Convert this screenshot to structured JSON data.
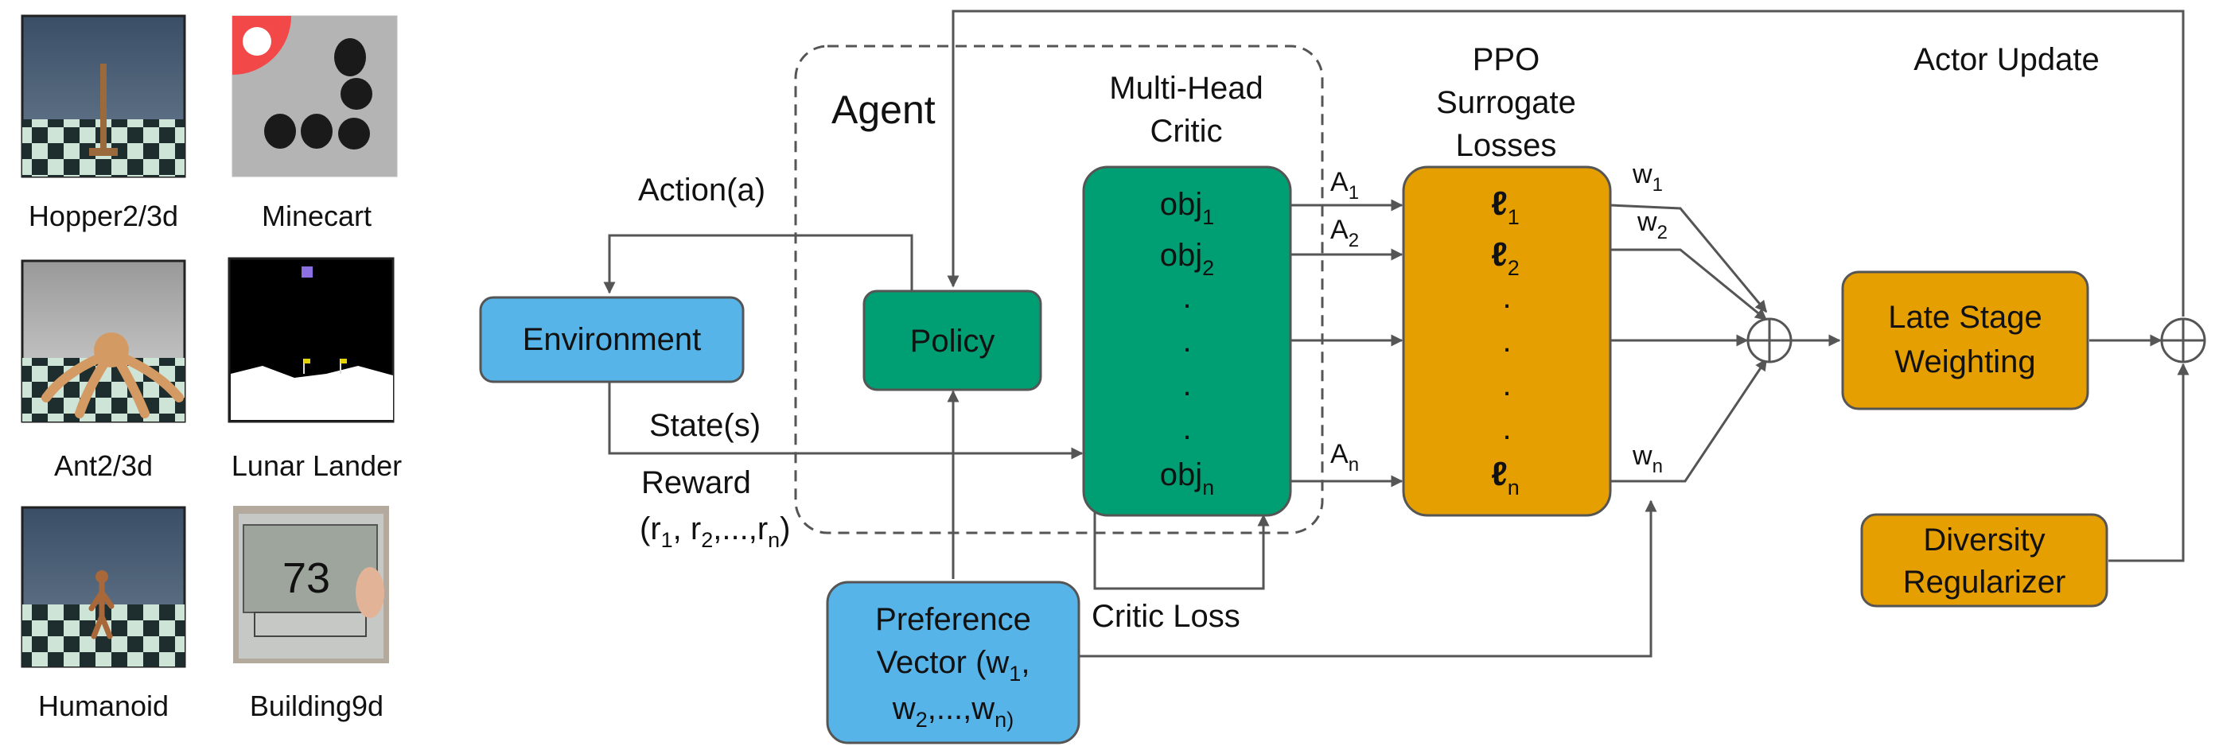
{
  "thumbnails": {
    "hopper": {
      "caption": "Hopper2/3d"
    },
    "minecart": {
      "caption": "Minecart"
    },
    "ant": {
      "caption": "Ant2/3d"
    },
    "lunar": {
      "caption": "Lunar Lander"
    },
    "humanoid": {
      "caption": "Humanoid"
    },
    "building": {
      "caption": "Building9d",
      "display": "73"
    }
  },
  "agent": {
    "label": "Agent"
  },
  "environment": {
    "label": "Environment",
    "color": "#56b4e9"
  },
  "policy": {
    "label": "Policy",
    "color": "#009e73"
  },
  "critic": {
    "title_line1": "Multi-Head",
    "title_line2": "Critic",
    "color": "#009e73",
    "obj_1": "obj",
    "obj_1_sub": "1",
    "obj_2": "obj",
    "obj_2_sub": "2",
    "obj_n": "obj",
    "obj_n_sub": "n",
    "dot": "."
  },
  "ppo": {
    "title_line1": "PPO",
    "title_line2": "Surrogate",
    "title_line3": "Losses",
    "color": "#e69f00",
    "l_symbol": "ℓ",
    "l_1_sub": "1",
    "l_2_sub": "2",
    "l_n_sub": "n",
    "dot": "."
  },
  "advantages": {
    "a1": "A",
    "a1_sub": "1",
    "a2": "A",
    "a2_sub": "2",
    "an": "A",
    "an_sub": "n"
  },
  "weights": {
    "w1": "w",
    "w1_sub": "1",
    "w2": "w",
    "w2_sub": "2",
    "wn": "w",
    "wn_sub": "n"
  },
  "late_stage": {
    "line1": "Late Stage",
    "line2": "Weighting",
    "color": "#e69f00"
  },
  "diversity": {
    "line1": "Diversity",
    "line2": "Regularizer",
    "color": "#e69f00"
  },
  "actor_update": {
    "label": "Actor Update"
  },
  "action": {
    "label": "Action(a)"
  },
  "state": {
    "label": "State(s)"
  },
  "reward": {
    "line1": "Reward",
    "open": "(r",
    "s1": "1",
    "c1": ", r",
    "s2": "2",
    "c2": ",...,r",
    "sn": "n",
    "close": ")"
  },
  "critic_loss": {
    "label": "Critic Loss"
  },
  "preference": {
    "line1": "Preference",
    "line2a": "Vector (w",
    "line2sub": "1",
    "line2b": ",",
    "line3a": "w",
    "line3sub1": "2",
    "line3b": ",...,w",
    "line3sub2": "n)",
    "color": "#56b4e9"
  }
}
